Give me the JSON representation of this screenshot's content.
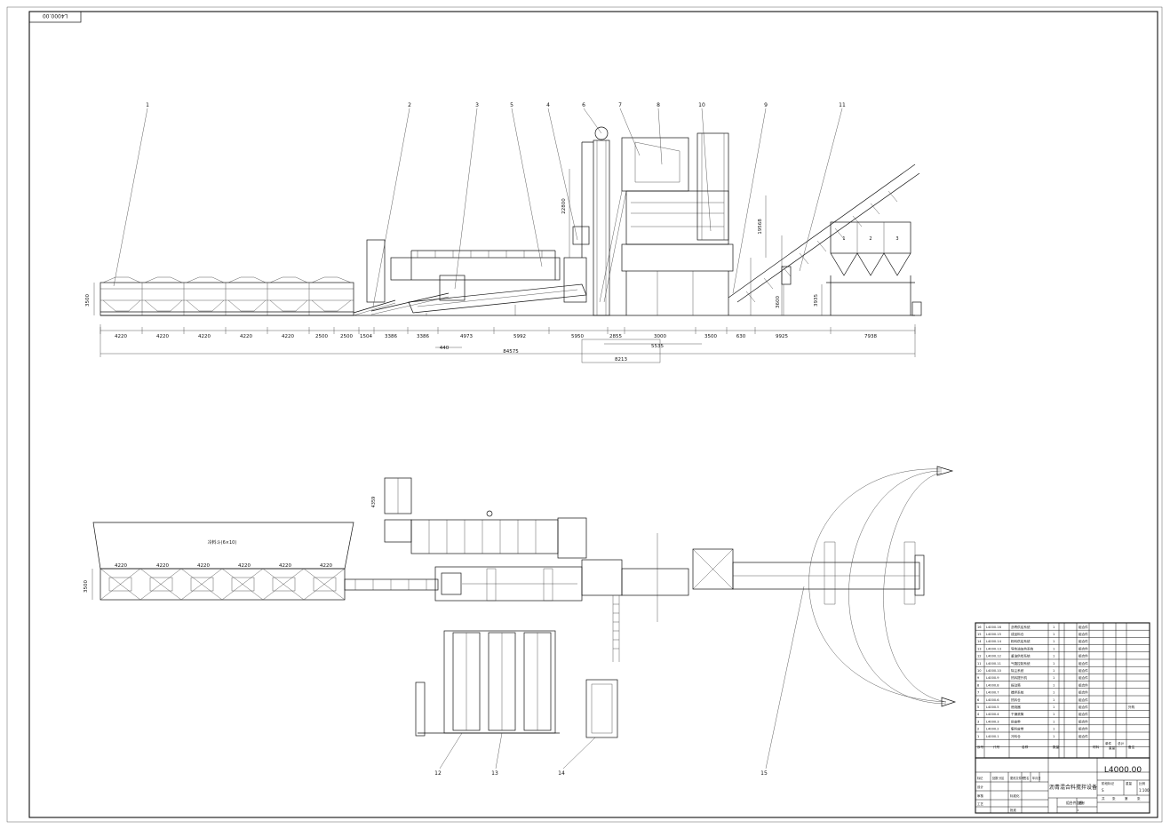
{
  "drawing_number": "L4000.00",
  "drawing_number_rotated": "L4000.00",
  "title": "沥青混合料搅拌设备",
  "side_view": {
    "callouts": [
      "1",
      "2",
      "3",
      "4",
      "5",
      "6",
      "7",
      "8",
      "9",
      "10",
      "11"
    ],
    "dims_bottom": [
      "4220",
      "4220",
      "4220",
      "4220",
      "4220",
      "2500",
      "2500",
      "1504",
      "3386",
      "3386",
      "4973",
      "5992",
      "5950",
      "2855",
      "3000",
      "3500",
      "630",
      "9925",
      "7938"
    ],
    "dim_5535": "5535",
    "dim_440": "440",
    "dim_total": "84575",
    "dim_8213": "8213",
    "dim_height_left": "3500",
    "dim_22800": "22800",
    "dim_19568": "19568",
    "dim_3600": "3600",
    "dim_3935": "3935",
    "bin_labels": [
      "1",
      "2",
      "3"
    ]
  },
  "plan_view": {
    "hopper_label": "冷料斗(6×10)",
    "dims_top": [
      "4220",
      "4220",
      "4220",
      "4220",
      "4220",
      "4220"
    ],
    "dim_left": "3500",
    "dim_4359": "4359",
    "callouts": [
      "12",
      "13",
      "14",
      "15"
    ]
  },
  "parts_table": {
    "rows": [
      {
        "no": "16",
        "code": "L4000.16",
        "name": "沥青供给系统",
        "qty": "1",
        "note": "组合件"
      },
      {
        "no": "15",
        "code": "L4000.15",
        "name": "成品料仓",
        "qty": "1",
        "note": "组合件"
      },
      {
        "no": "14",
        "code": "L4000.14",
        "name": "粉料供给系统",
        "qty": "1",
        "note": "组合件"
      },
      {
        "no": "13",
        "code": "L4000.13",
        "name": "导热油加热系统",
        "qty": "1",
        "note": "组合件"
      },
      {
        "no": "12",
        "code": "L4000.12",
        "name": "重油供给系统",
        "qty": "1",
        "note": "组合件"
      },
      {
        "no": "11",
        "code": "L4000.11",
        "name": "气路控制系统",
        "qty": "1",
        "note": "组合件"
      },
      {
        "no": "10",
        "code": "L4000.10",
        "name": "除尘系统",
        "qty": "1",
        "note": "组合件"
      },
      {
        "no": "9",
        "code": "L4000.9",
        "name": "热料提升机",
        "qty": "1",
        "note": "组合件"
      },
      {
        "no": "8",
        "code": "L4000.8",
        "name": "振动筛",
        "qty": "1",
        "note": "组合件"
      },
      {
        "no": "7",
        "code": "L4000.7",
        "name": "搅拌系统",
        "qty": "1",
        "note": "组合件"
      },
      {
        "no": "6",
        "code": "L4000.6",
        "name": "热料仓",
        "qty": "1",
        "note": "组合件"
      },
      {
        "no": "5",
        "code": "L4000.5",
        "name": "燃烧器",
        "qty": "1",
        "note": "组合件"
      },
      {
        "no": "4",
        "code": "L4000.4",
        "name": "干燥滚筒",
        "qty": "1",
        "note": "组合件"
      },
      {
        "no": "3",
        "code": "L4000.3",
        "name": "斜皮带",
        "qty": "1",
        "note": "组合件"
      },
      {
        "no": "2",
        "code": "L4000.2",
        "name": "集料皮带",
        "qty": "1",
        "note": "组合件"
      },
      {
        "no": "1",
        "code": "L4000.1",
        "name": "冷料仓",
        "qty": "1",
        "note": "组合件"
      }
    ],
    "extra_note_5": "外购",
    "headers": [
      "序号",
      "代号",
      "名称",
      "数量",
      "材料",
      "备注"
    ],
    "header_small": [
      "单件",
      "总计",
      "重量"
    ],
    "label_zl": [
      "重量"
    ],
    "label_ratio": "比例",
    "ratio_value": "1:100",
    "label_stage": "阶段标记",
    "stage_value": "S",
    "label_sheets": [
      "共",
      "张",
      "第",
      "张"
    ],
    "sheet_value": "1",
    "sign_labels": [
      "设计",
      "审核",
      "工艺",
      "标准化",
      "批准"
    ],
    "sign_cols": [
      "标记",
      "处数",
      "分区",
      "更改文件号",
      "签名",
      "年月日"
    ],
    "material": "组合件总图",
    "cad_label": "图号"
  }
}
